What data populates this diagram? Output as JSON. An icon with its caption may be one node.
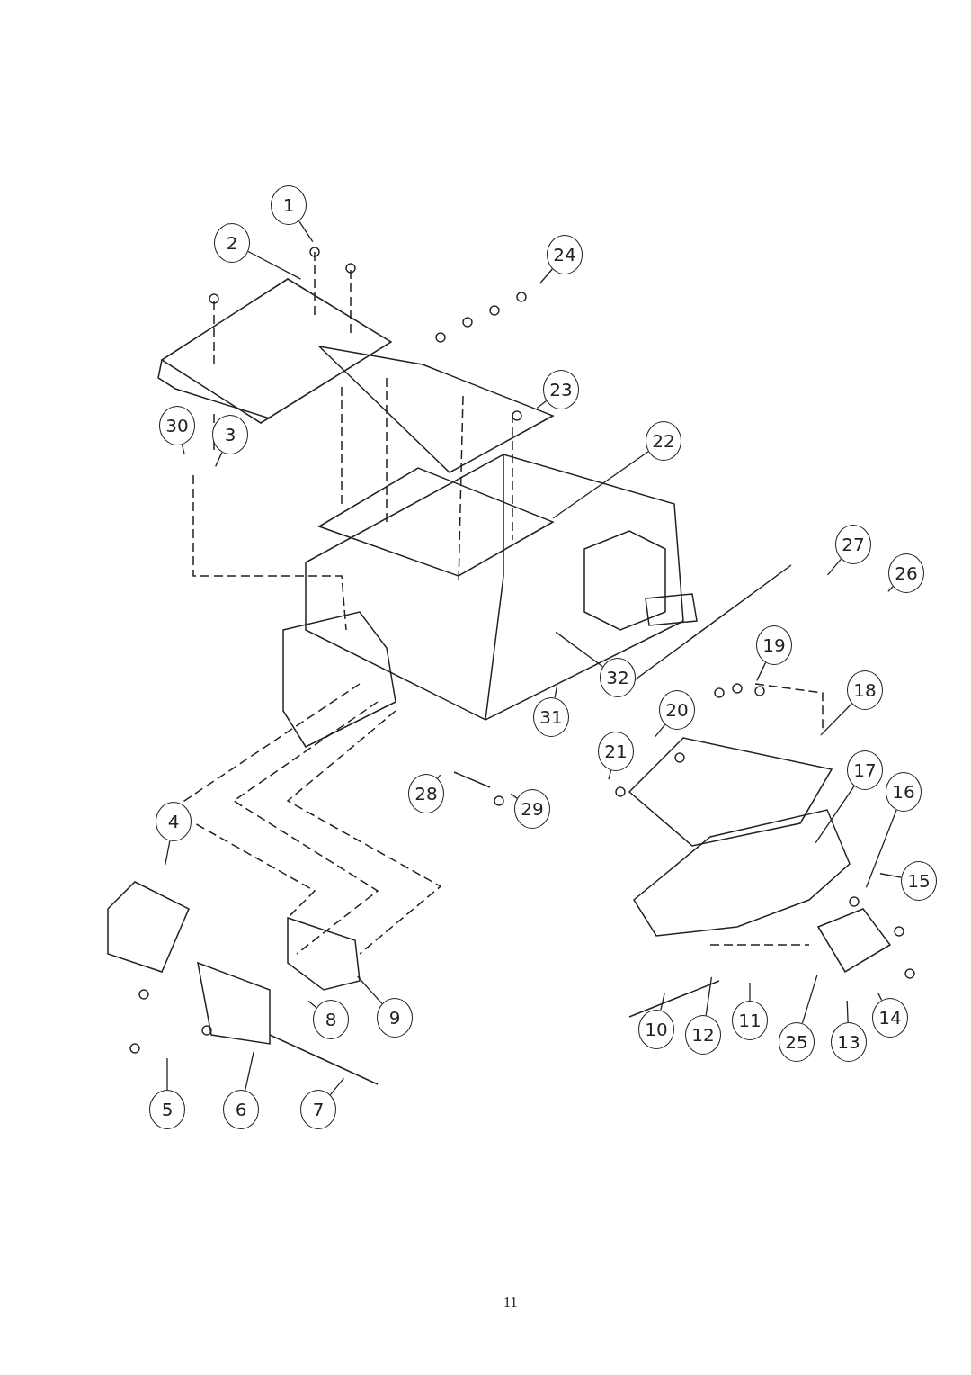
{
  "diagram": {
    "nodes": [
      {
        "text": [
          "1"
        ]
      },
      {
        "text": [
          "2"
        ]
      },
      {
        "text": [
          "3"
        ]
      },
      {
        "text": [
          "4"
        ]
      },
      {
        "text": [
          "5"
        ]
      },
      {
        "text": [
          "6"
        ]
      },
      {
        "text": [
          "7"
        ]
      },
      {
        "text": [
          "8"
        ]
      },
      {
        "text": [
          "9"
        ]
      },
      {
        "text": [
          "10"
        ]
      },
      {
        "text": [
          "11"
        ]
      },
      {
        "text": [
          "12"
        ]
      },
      {
        "text": [
          "13"
        ]
      },
      {
        "text": [
          "14"
        ]
      },
      {
        "text": [
          "15"
        ]
      },
      {
        "text": [
          "16"
        ]
      },
      {
        "text": [
          "17"
        ]
      },
      {
        "text": [
          "18"
        ]
      },
      {
        "text": [
          "19"
        ]
      },
      {
        "text": [
          "20"
        ]
      },
      {
        "text": [
          "21"
        ]
      },
      {
        "text": [
          "22"
        ]
      },
      {
        "text": [
          "23"
        ]
      },
      {
        "text": [
          "24"
        ]
      },
      {
        "text": [
          "25"
        ]
      },
      {
        "text": [
          "26"
        ]
      },
      {
        "text": [
          "27"
        ]
      },
      {
        "text": [
          "28"
        ]
      },
      {
        "text": [
          "29"
        ]
      },
      {
        "text": [
          "30"
        ]
      },
      {
        "text": [
          "31"
        ]
      },
      {
        "text": [
          "32"
        ]
      }
    ],
    "edges": [
      {
        "from": 0,
        "to": null,
        "arrow": "none"
      },
      {
        "from": 1,
        "to": null,
        "arrow": "none"
      },
      {
        "from": 2,
        "to": null,
        "arrow": "none"
      },
      {
        "from": 3,
        "to": null,
        "arrow": "none"
      },
      {
        "from": 4,
        "to": null,
        "arrow": "none"
      },
      {
        "from": 5,
        "to": null,
        "arrow": "none"
      },
      {
        "from": 6,
        "to": null,
        "arrow": "none"
      },
      {
        "from": 7,
        "to": null,
        "arrow": "none"
      },
      {
        "from": 8,
        "to": null,
        "arrow": "none"
      },
      {
        "from": 9,
        "to": null,
        "arrow": "none"
      },
      {
        "from": 10,
        "to": null,
        "arrow": "none"
      },
      {
        "from": 11,
        "to": null,
        "arrow": "none"
      },
      {
        "from": 12,
        "to": null,
        "arrow": "none"
      },
      {
        "from": 13,
        "to": null,
        "arrow": "none"
      },
      {
        "from": 14,
        "to": null,
        "arrow": "none"
      },
      {
        "from": 15,
        "to": null,
        "arrow": "none"
      },
      {
        "from": 16,
        "to": null,
        "arrow": "none"
      },
      {
        "from": 17,
        "to": null,
        "arrow": "none"
      },
      {
        "from": 18,
        "to": null,
        "arrow": "none"
      },
      {
        "from": 19,
        "to": null,
        "arrow": "none"
      },
      {
        "from": 20,
        "to": null,
        "arrow": "none"
      },
      {
        "from": 21,
        "to": null,
        "arrow": "none"
      },
      {
        "from": 22,
        "to": null,
        "arrow": "none"
      },
      {
        "from": 23,
        "to": null,
        "arrow": "none"
      },
      {
        "from": 24,
        "to": null,
        "arrow": "none"
      },
      {
        "from": 25,
        "to": null,
        "arrow": "none"
      },
      {
        "from": 26,
        "to": null,
        "arrow": "none"
      },
      {
        "from": 27,
        "to": null,
        "arrow": "none"
      },
      {
        "from": 28,
        "to": null,
        "arrow": "none"
      },
      {
        "from": 29,
        "to": null,
        "arrow": "none"
      },
      {
        "from": 30,
        "to": null,
        "arrow": "none"
      },
      {
        "from": 31,
        "to": null,
        "arrow": "none"
      }
    ],
    "labels": [
      "11"
    ]
  }
}
